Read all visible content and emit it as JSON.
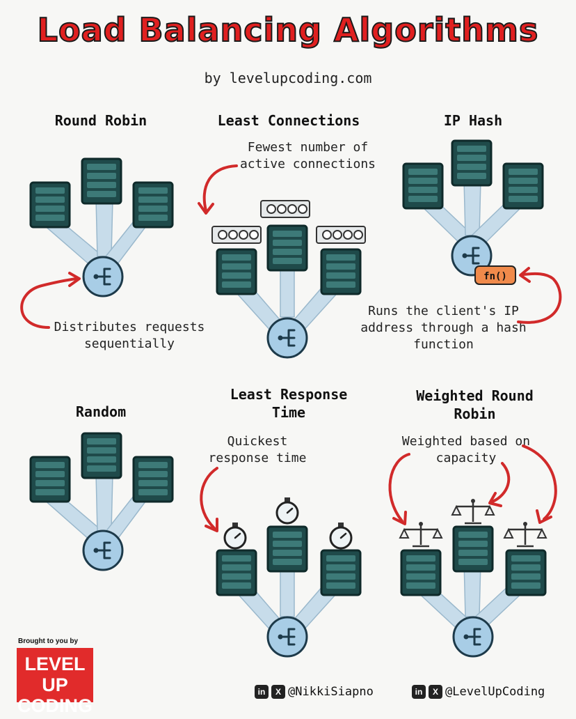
{
  "title": "Load Balancing Algorithms",
  "byline": "by levelupcoding.com",
  "panels": {
    "round_robin": {
      "heading": "Round Robin",
      "note": "Distributes requests sequentially"
    },
    "least_connections": {
      "heading": "Least Connections",
      "note": "Fewest number of active connections"
    },
    "ip_hash": {
      "heading": "IP Hash",
      "note": "Runs the client's IP address through a hash function",
      "fn_label": "fn()"
    },
    "random": {
      "heading": "Random"
    },
    "least_response_time": {
      "heading": "Least Response Time",
      "note": "Quickest response time"
    },
    "weighted_round_robin": {
      "heading": "Weighted Round Robin",
      "note": "Weighted based on capacity"
    }
  },
  "footer": {
    "brought_by": "Brought to you by",
    "brand_line1": "LEVEL UP",
    "brand_line2": "CODING",
    "handle_1": "@NikkiSiapno",
    "handle_2": "@LevelUpCoding",
    "linkedin_icon": "in",
    "x_icon": "X"
  },
  "colors": {
    "title_red": "#e02020",
    "server_fill": "#1f4a4a",
    "beam": "#c7dcea",
    "balancer": "#a8cde6",
    "arrow_red": "#d12a2a",
    "fn_badge": "#f08a4b"
  }
}
